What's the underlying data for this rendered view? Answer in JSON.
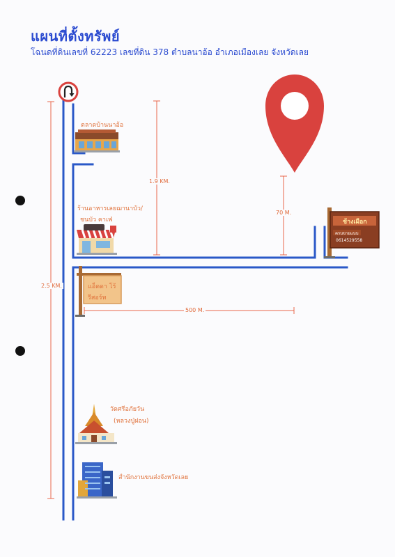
{
  "header": {
    "title": "แผนที่ตั้งทรัพย์",
    "subtitle": "โฉนดที่ดินเลขที่ 62223  เลขที่ดิน 378  ตำบลนาอ้อ  อำเภอเมืองเลย  จังหวัดเลย"
  },
  "landmarks": {
    "market": "ตลาดบ้านนาอ้อ",
    "restaurant_line1": "ร้านอาหารเลยฌานาบัว/",
    "restaurant_line2": "ชนบัว คาเฟ่",
    "signpost_line1": "แอ็ดดา โร้",
    "signpost_line2": "รีสอร์ท",
    "temple_line1": "วัดศรีอภัยวัน",
    "temple_line2": "(หลวงปู่ฝอน)",
    "office": "สำนักงานขนส่งจังหวัดเลย",
    "property_sign_name": "ช้างเผือก",
    "property_sign_phone": "0614529558",
    "property_sign_sub": "ครบขายแบบ"
  },
  "distances": {
    "market_to_road": "1.9 KM.",
    "pin_to_road": "70 M.",
    "total_vertical": "2.5 KM.",
    "side_road": "500 M."
  },
  "colors": {
    "road": "#2a58c8",
    "pin": "#d9423e",
    "label": "#e0713a",
    "measure": "#e8674a",
    "title": "#2b4bd0"
  },
  "icons": {
    "u_turn": "u-turn-sign-icon",
    "location_pin": "location-pin-icon",
    "market": "market-building-icon",
    "restaurant": "restaurant-shop-icon",
    "signpost": "wooden-signpost-icon",
    "temple": "temple-icon",
    "office": "office-building-icon"
  }
}
